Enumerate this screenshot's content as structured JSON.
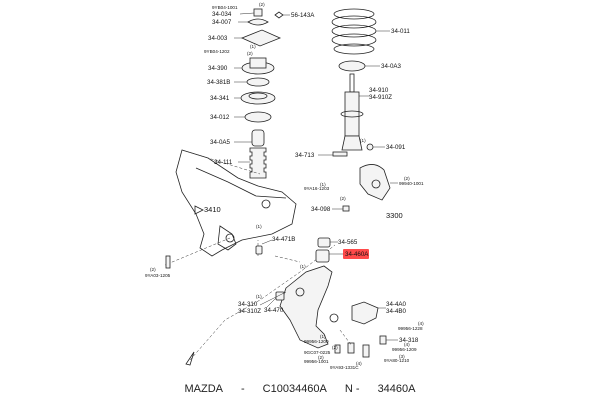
{
  "labels": {
    "l34034": "34-034",
    "l56143a": "56-143A",
    "l34007": "34-007",
    "l34003": "34-003",
    "l34390": "34-390",
    "l34381b": "34-381B",
    "l34341": "34-341",
    "l34012": "34-012",
    "l340a5": "34-0A5",
    "l34111": "34-111",
    "l34011": "34-011",
    "l340a3": "34-0A3",
    "l34910": "34-910",
    "l34910z": "34-910Z",
    "l34713": "34-713",
    "l34091": "34-091",
    "l34098": "34-098",
    "l3410": "3410",
    "l3300": "3300",
    "l34471b": "34-471B",
    "l34565": "34-565",
    "l34460a": "34-460A",
    "l34310": "34-310",
    "l34310z": "34-310Z",
    "l34470": "34-470",
    "l344a0": "34-4A0",
    "l344b0": "34-4B0",
    "l34318": "34-318",
    "sm_top": "9YB04-1001",
    "sm_upper": "9YB04-1202",
    "sm_knuckle_l": "9YA16-1203",
    "sm_knuckle_r": "99940-1001",
    "sm_frame": "9YA03-1205",
    "sm_r1": "99956-1228",
    "sm_r2": "99956-1209",
    "sm_r3": "9YA80-1210",
    "sm_b1": "99956-1200",
    "sm_b2": "9GC07-0225",
    "sm_b3": "99956-1001",
    "sm_b4": "9YA93-1331C",
    "q1": "(2)",
    "q2": "(1)",
    "q3": "(1)",
    "q4": "(1)",
    "q5": "(2)",
    "q6": "(2)",
    "q7": "(2)",
    "q8": "(1)",
    "q9": "(4)",
    "q10": "(4)",
    "q11": "(3)",
    "q12": "(1)",
    "q13": "(2)",
    "q14": "(2)",
    "q15": "(4)",
    "q16": "(1)",
    "q17": "(1)",
    "q18": "(2)"
  },
  "highlight_color": "#ff2a2a",
  "footer": {
    "brand": "MAZDA",
    "sep1": "-",
    "part_code": "C10034460A",
    "sep2": "N -",
    "part_number": "34460A"
  }
}
